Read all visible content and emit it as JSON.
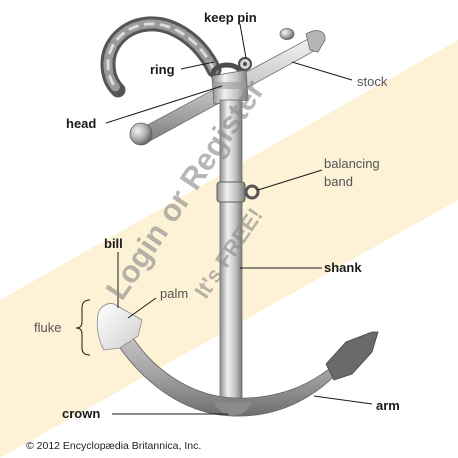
{
  "labels": {
    "keep_pin": "keep pin",
    "ring": "ring",
    "stock": "stock",
    "head": "head",
    "balancing_band": "balancing",
    "balancing_band_line2": "band",
    "bill": "bill",
    "shank": "shank",
    "palm": "palm",
    "fluke": "fluke",
    "arm": "arm",
    "crown": "crown"
  },
  "watermark": {
    "line1": "Login or Register",
    "line2": "It's FREE!"
  },
  "copyright": "© 2012 Encyclopædia Britannica, Inc.",
  "colors": {
    "metal_light": "#e2e2e2",
    "metal_mid": "#b9b9b9",
    "metal_dark": "#6f6f6f",
    "watermark_band": "#fbe6b4",
    "label_grey": "#555555",
    "label_dark": "#1a1a1a"
  }
}
